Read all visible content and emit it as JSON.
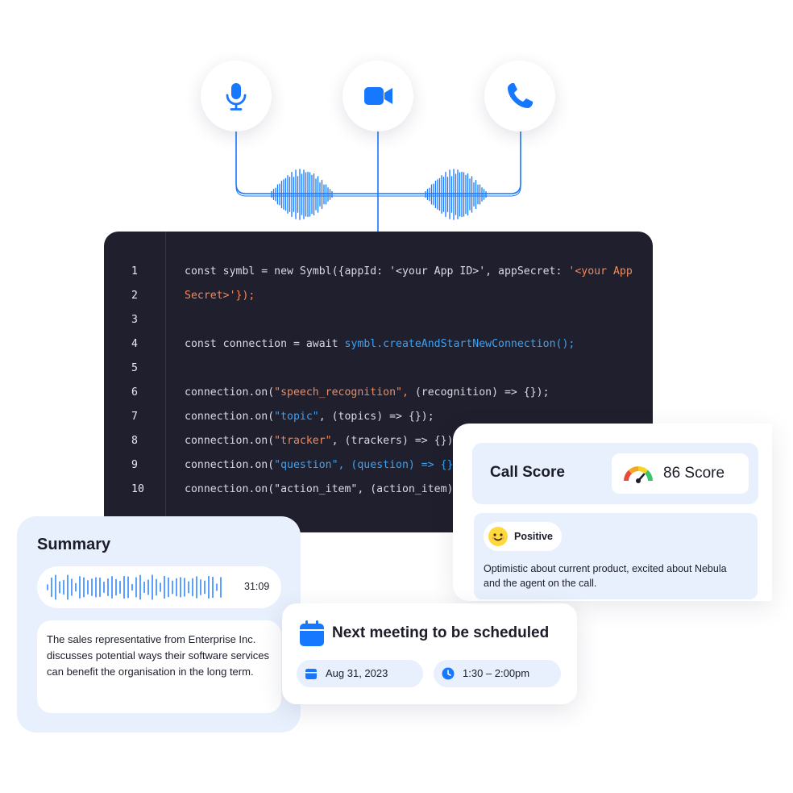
{
  "icons": {
    "microphone": "microphone-icon",
    "video": "video-camera-icon",
    "phone": "phone-icon"
  },
  "colors": {
    "accent": "#1677ff",
    "code_bg": "#1f1f2d",
    "card_tint": "#e8f0fd",
    "code_orange": "#f08a5d",
    "code_blue": "#3aa3f5"
  },
  "code": {
    "lines": [
      {
        "n": "1",
        "parts": [
          {
            "text": "const symbl = new Symbl({appId: '<your App ID>', appSecret: ",
            "style": "plain"
          },
          {
            "text": "'<your App",
            "style": "orange"
          }
        ]
      },
      {
        "n": "2",
        "parts": [
          {
            "text": "Secret>'});",
            "style": "orange"
          }
        ]
      },
      {
        "n": "3",
        "parts": []
      },
      {
        "n": "4",
        "parts": [
          {
            "text": "const connection = await ",
            "style": "plain"
          },
          {
            "text": "symbl.createAndStartNewConnection();",
            "style": "blue"
          }
        ]
      },
      {
        "n": "5",
        "parts": []
      },
      {
        "n": "6",
        "parts": [
          {
            "text": "connection.on(",
            "style": "plain"
          },
          {
            "text": "\"speech_recognition\",",
            "style": "orange"
          },
          {
            "text": " (recognition) => {});",
            "style": "plain"
          }
        ]
      },
      {
        "n": "7",
        "parts": [
          {
            "text": "connection.on(",
            "style": "plain"
          },
          {
            "text": "\"topic\"",
            "style": "blue"
          },
          {
            "text": ", (topics) => {});",
            "style": "plain"
          }
        ]
      },
      {
        "n": "8",
        "parts": [
          {
            "text": "connection.on(",
            "style": "plain"
          },
          {
            "text": "\"tracker\"",
            "style": "orange"
          },
          {
            "text": ", (trackers) => {});",
            "style": "plain"
          }
        ]
      },
      {
        "n": "9",
        "parts": [
          {
            "text": "connection.on(",
            "style": "plain"
          },
          {
            "text": "\"question\", (question) => {});",
            "style": "blue"
          }
        ]
      },
      {
        "n": "10",
        "parts": [
          {
            "text": "connection.on(\"action_item\", (action_item) => {});",
            "style": "plain"
          }
        ]
      }
    ]
  },
  "call_score": {
    "title": "Call Score",
    "score": "86 Score",
    "sentiment_label": "Positive",
    "sentiment_icon": "smiley-icon",
    "description": "Optimistic about current product, excited about Nebula and the agent on the call."
  },
  "summary": {
    "title": "Summary",
    "duration": "31:09",
    "text": "The sales representative from Enterprise Inc. discusses potential ways their software services can benefit the organisation in the long term."
  },
  "meeting": {
    "title": "Next meeting to be scheduled",
    "date": "Aug 31, 2023",
    "time": "1:30 – 2:00pm"
  }
}
